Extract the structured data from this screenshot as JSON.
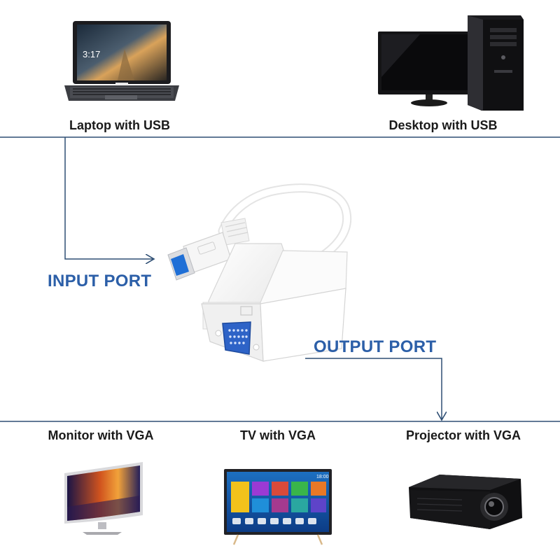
{
  "devices_top": {
    "laptop": {
      "label": "Laptop with USB"
    },
    "desktop": {
      "label": "Desktop with USB"
    }
  },
  "ports": {
    "input": {
      "label": "INPUT PORT"
    },
    "output": {
      "label": "OUTPUT PORT"
    }
  },
  "devices_bottom": {
    "monitor": {
      "label": "Monitor with VGA"
    },
    "tv": {
      "label": "TV with VGA"
    },
    "projector": {
      "label": "Projector with VGA"
    }
  },
  "screen_text": {
    "laptop_time": "3:17",
    "tv_time": "18:00"
  },
  "colors": {
    "line": "#2f4f74",
    "port_text": "#2c5fa8",
    "label_text": "#1a1a1a",
    "usb_blue": "#1f6fd6",
    "vga_blue": "#2e63c7"
  }
}
